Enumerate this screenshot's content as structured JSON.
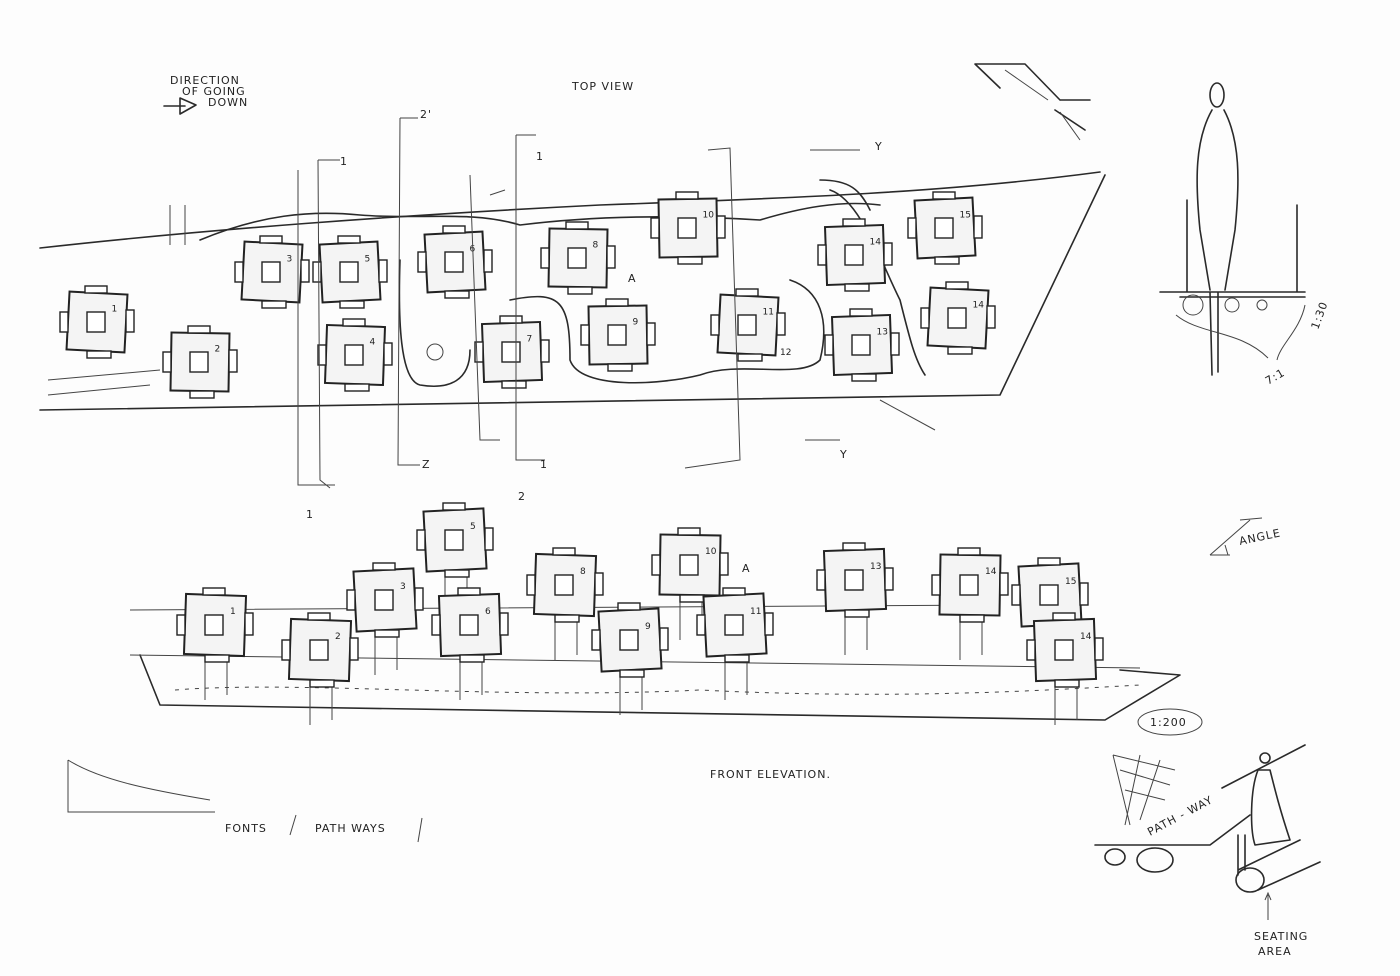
{
  "legend": {
    "direction_line1": "DIRECTION",
    "direction_line2": "OF GOING",
    "direction_line3": "DOWN"
  },
  "top_view": {
    "title": "TOP VIEW",
    "section_marks": [
      "2'",
      "1",
      "1",
      "Y",
      "Y",
      "Z",
      "1",
      "2",
      "1"
    ],
    "point_label": "A",
    "modules": [
      "1",
      "2",
      "3",
      "5",
      "4",
      "6",
      "7",
      "8",
      "9",
      "10",
      "11",
      "12",
      "13",
      "14",
      "15",
      "14"
    ]
  },
  "front_elevation": {
    "title": "FRONT ELEVATION.",
    "scale": "1:200",
    "point_label": "A",
    "modules": [
      "1",
      "2",
      "3",
      "5",
      "6",
      "8",
      "9",
      "10",
      "11",
      "13",
      "14",
      "15",
      "14"
    ]
  },
  "angle_note": "ANGLE",
  "person_detail": {
    "scale": "1:30",
    "dimension": "7:1"
  },
  "bottom_left_note": {
    "fonts": "FONTS",
    "pathways": "PATH WAYS"
  },
  "seating_detail": {
    "pathway_label": "PATH - WAY",
    "seating_line1": "SEATING",
    "seating_line2": "AREA"
  }
}
